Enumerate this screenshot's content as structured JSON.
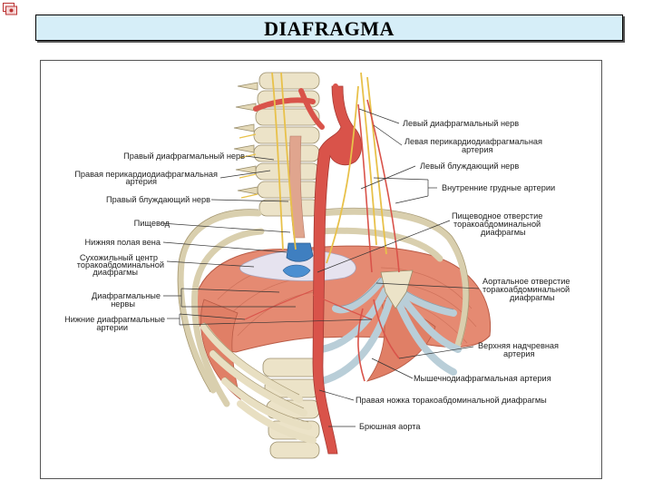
{
  "title": "DIAFRAGMA",
  "icons": {
    "corner": "slide-icon"
  },
  "colors": {
    "title_bg": "#d6eef8",
    "artery": "#d9534a",
    "muscle": "#e58a72",
    "nerve": "#e8c14a",
    "bone": "#ece3c8",
    "cartilage": "#b9ced8",
    "vein": "#3f7fc0"
  },
  "labels": {
    "left_phrenic_nerve": "Левый диафрагмальный нерв",
    "left_pericardiophrenic_artery_1": "Левая перикардиодиафрагмальная",
    "left_pericardiophrenic_artery_2": "артерия",
    "left_vagus_nerve": "Левый блуждающий нерв",
    "internal_thoracic_arteries": "Внутренние грудные артерии",
    "esophageal_hiatus_1": "Пищеводное отверстие",
    "esophageal_hiatus_2": "торакоабдоминальной",
    "esophageal_hiatus_3": "диафрагмы",
    "aortic_hiatus_1": "Аортальное отверстие",
    "aortic_hiatus_2": "торакоабдоминальной",
    "aortic_hiatus_3": "диафрагмы",
    "superior_epigastric_artery_1": "Верхняя надчревная",
    "superior_epigastric_artery_2": "артерия",
    "musculophrenic_artery": "Мышечнодиафрагмальная артерия",
    "right_crus": "Правая ножка торакоабдоминальной диафрагмы",
    "abdominal_aorta": "Брюшная аорта",
    "right_phrenic_nerve": "Правый диафрагмальный нерв",
    "right_pericardiophrenic_artery_1": "Правая перикардиодиафрагмальная",
    "right_pericardiophrenic_artery_2": "артерия",
    "right_vagus_nerve": "Правый блуждающий нерв",
    "esophagus": "Пищевод",
    "inferior_vena_cava": "Нижняя полая вена",
    "central_tendon_1": "Сухожильный центр",
    "central_tendon_2": "торакоабдоминальной",
    "central_tendon_3": "диафрагмы",
    "phrenic_nerves_1": "Диафрагмальные",
    "phrenic_nerves_2": "нервы",
    "inferior_phrenic_arteries_1": "Нижние диафрагмальные",
    "inferior_phrenic_arteries_2": "артерии"
  }
}
